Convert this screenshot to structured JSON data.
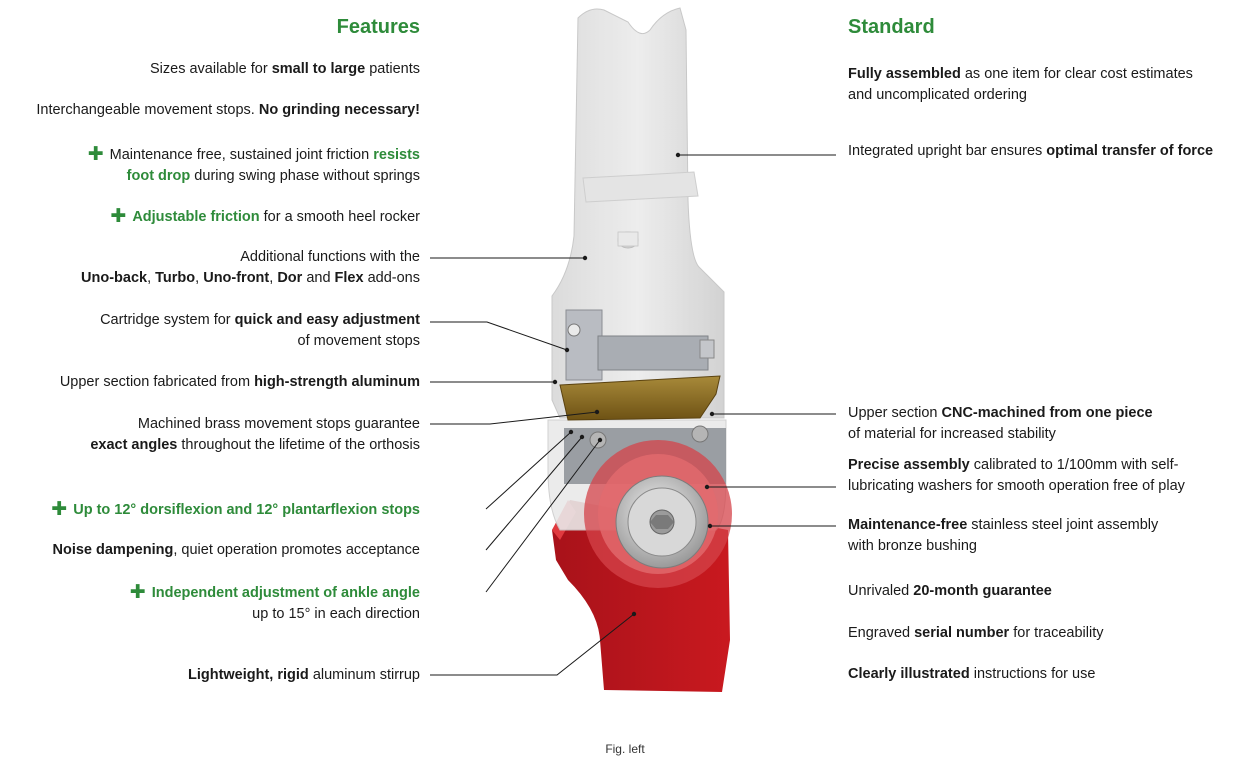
{
  "headings": {
    "features": "Features",
    "standard": "Standard"
  },
  "features": [
    {
      "lines": [
        [
          {
            "t": "Sizes available for "
          },
          {
            "t": "small to large",
            "s": "b"
          },
          {
            "t": " patients"
          }
        ]
      ]
    },
    {
      "lines": [
        [
          {
            "t": "Interchangeable movement stops. "
          },
          {
            "t": "No grinding necessary!",
            "s": "b"
          }
        ]
      ]
    },
    {
      "plus": true,
      "lines": [
        [
          {
            "t": "Maintenance free, sustained joint friction "
          },
          {
            "t": "resists",
            "s": "g"
          }
        ],
        [
          {
            "t": "foot drop",
            "s": "g"
          },
          {
            "t": " during swing phase without springs"
          }
        ]
      ]
    },
    {
      "plus": true,
      "lines": [
        [
          {
            "t": "Adjustable friction",
            "s": "g"
          },
          {
            "t": " for a smooth heel rocker"
          }
        ]
      ]
    },
    {
      "lines": [
        [
          {
            "t": "Additional functions with the"
          }
        ],
        [
          {
            "t": "Uno-back",
            "s": "b"
          },
          {
            "t": ", "
          },
          {
            "t": "Turbo",
            "s": "b"
          },
          {
            "t": ", "
          },
          {
            "t": "Uno-front",
            "s": "b"
          },
          {
            "t": ", "
          },
          {
            "t": "Dor",
            "s": "b"
          },
          {
            "t": " and "
          },
          {
            "t": "Flex",
            "s": "b"
          },
          {
            "t": " add-ons"
          }
        ]
      ]
    },
    {
      "lines": [
        [
          {
            "t": "Cartridge system for "
          },
          {
            "t": "quick and easy adjustment",
            "s": "b"
          }
        ],
        [
          {
            "t": "of movement stops"
          }
        ]
      ]
    },
    {
      "lines": [
        [
          {
            "t": "Upper section fabricated from "
          },
          {
            "t": "high-strength aluminum",
            "s": "b"
          }
        ]
      ]
    },
    {
      "lines": [
        [
          {
            "t": "Machined brass movement stops guarantee"
          }
        ],
        [
          {
            "t": "exact angles",
            "s": "b"
          },
          {
            "t": " throughout the lifetime of the orthosis"
          }
        ]
      ]
    },
    {
      "plus": true,
      "lines": [
        [
          {
            "t": "Up to 12° dorsiflexion and 12° plantarflexion stops",
            "s": "g"
          }
        ]
      ]
    },
    {
      "lines": [
        [
          {
            "t": "Noise dampening",
            "s": "b"
          },
          {
            "t": ", quiet operation promotes acceptance"
          }
        ]
      ]
    },
    {
      "plus": true,
      "lines": [
        [
          {
            "t": "Independent adjustment of ankle angle",
            "s": "g"
          }
        ],
        [
          {
            "t": "up to 15° in each direction"
          }
        ]
      ]
    },
    {
      "lines": [
        [
          {
            "t": "Lightweight, rigid",
            "s": "b"
          },
          {
            "t": " aluminum stirrup"
          }
        ]
      ]
    }
  ],
  "standard": [
    {
      "lines": [
        [
          {
            "t": "Fully assembled",
            "s": "b"
          },
          {
            "t": " as one item for clear cost estimates"
          }
        ],
        [
          {
            "t": "and uncomplicated ordering"
          }
        ]
      ]
    },
    {
      "lines": [
        [
          {
            "t": "Integrated upright bar ensures "
          },
          {
            "t": "optimal transfer of force",
            "s": "b"
          }
        ]
      ]
    },
    {
      "lines": [
        [
          {
            "t": "Upper section "
          },
          {
            "t": "CNC-machined from one piece",
            "s": "b"
          }
        ],
        [
          {
            "t": "of material for increased stability"
          }
        ]
      ]
    },
    {
      "lines": [
        [
          {
            "t": "Precise assembly",
            "s": "b"
          },
          {
            "t": " calibrated to 1/100mm with self-"
          }
        ],
        [
          {
            "t": "lubricating washers for smooth operation free of play"
          }
        ]
      ]
    },
    {
      "lines": [
        [
          {
            "t": "Maintenance-free",
            "s": "b"
          },
          {
            "t": " stainless steel joint assembly"
          }
        ],
        [
          {
            "t": "with bronze bushing"
          }
        ]
      ]
    },
    {
      "lines": [
        [
          {
            "t": "Unrivaled "
          },
          {
            "t": "20-month guarantee",
            "s": "b"
          }
        ]
      ]
    },
    {
      "lines": [
        [
          {
            "t": "Engraved "
          },
          {
            "t": "serial number",
            "s": "b"
          },
          {
            "t": " for traceability"
          }
        ]
      ]
    },
    {
      "lines": [
        [
          {
            "t": "Clearly illustrated",
            "s": "b"
          },
          {
            "t": " instructions for use"
          }
        ]
      ]
    }
  ],
  "caption": "Fig. left",
  "colors": {
    "accent_green": "#2e8b3a",
    "stirrup_red": "#c0191d",
    "brass": "#8a6a1e",
    "aluminum": "#8c9097"
  }
}
